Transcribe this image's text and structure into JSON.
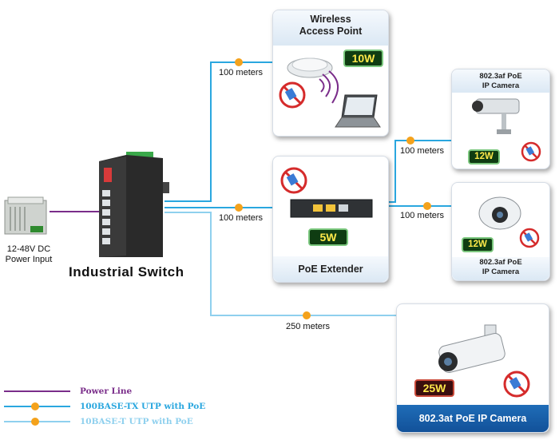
{
  "colors": {
    "power_line": "#7a2d8a",
    "fast_ethernet": "#2aa7df",
    "ten_base": "#8fd0ee",
    "poe_dot": "#f4a21c",
    "watt_text": "#ffe94a",
    "card_head": "#dbe8f4"
  },
  "power": {
    "label": "12-48V DC\nPower Input"
  },
  "switch": {
    "label": "Industrial Switch"
  },
  "wap": {
    "title": "Wireless\nAccess Point",
    "watt": "10W",
    "distance": "100 meters"
  },
  "extender": {
    "title": "PoE Extender",
    "watt": "5W",
    "distance": "100 meters"
  },
  "cam_top": {
    "title": "802.3af PoE\nIP Camera",
    "watt": "12W",
    "distance": "100 meters"
  },
  "cam_mid": {
    "title": "802.3af PoE\nIP Camera",
    "watt": "12W",
    "distance": "100 meters"
  },
  "cam_bottom": {
    "title": "802.3at PoE IP Camera",
    "watt": "25W",
    "distance": "250 meters"
  },
  "poe_badge": "PoE",
  "legend": [
    {
      "label": "Power Line",
      "color": "#7a2d8a"
    },
    {
      "label": "100BASE-TX UTP with PoE",
      "color": "#2aa7df"
    },
    {
      "label": "10BASE-T UTP with PoE",
      "color": "#8fd0ee"
    }
  ]
}
